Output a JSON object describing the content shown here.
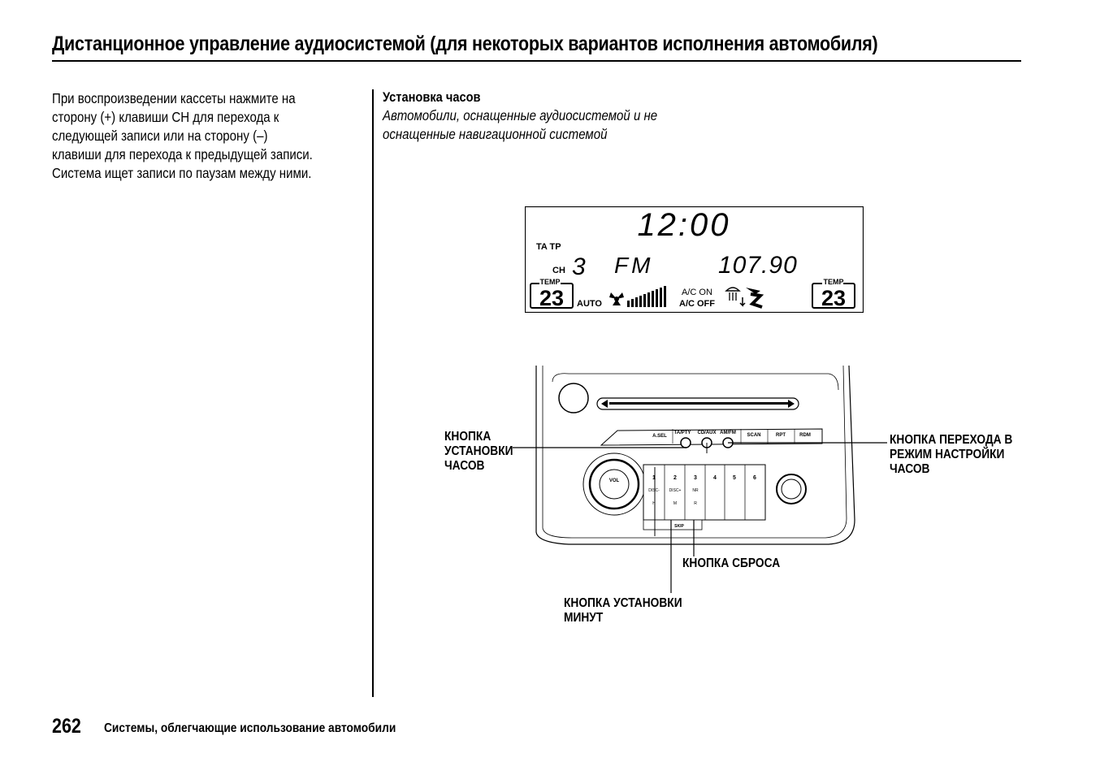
{
  "page": {
    "title": "Дистанционное управление аудиосистемой (для некоторых вариантов исполнения автомобиля)",
    "page_number": "262",
    "footer": "Системы, облегчающие использование автомобили"
  },
  "left_column": {
    "lines": [
      "При воспроизведении кассеты нажмите на",
      "сторону (+) клавиши CH для перехода к",
      "следующей записи или на сторону (–)",
      "клавиши для перехода к предыдущей записи.",
      "Система ищет записи по паузам между ними."
    ]
  },
  "right_column": {
    "heading": "Установка часов",
    "subheading_lines": [
      "Автомобили, оснащенные аудиосистемой и не",
      "оснащенные навигационной системой"
    ]
  },
  "display": {
    "clock": "12:00",
    "ta_tp": "TA TP",
    "ch_label": "CH",
    "channel": "3",
    "band": "FM",
    "frequency": "107.90",
    "temp_label": "TEMP",
    "temp_left": "23",
    "temp_right": "23",
    "auto": "AUTO",
    "ac_on": "A/C ON",
    "ac_off": "A/C OFF"
  },
  "radio_unit": {
    "top_buttons": [
      "A.SEL",
      "TA/PTY",
      "CD/AUX",
      "AM/FM",
      "SCAN",
      "RPT",
      "RDM"
    ],
    "presets": [
      "1",
      "2",
      "3",
      "4",
      "5",
      "6"
    ],
    "preset_sub": [
      "DISC-",
      "DISC+",
      "NR"
    ],
    "preset_sub2": [
      "H",
      "M",
      "R"
    ],
    "vol_label": "VOL",
    "bottom_buttons": [
      "SKIP"
    ]
  },
  "callouts": {
    "clock_set": [
      "КНОПКА",
      "УСТАНОВКИ",
      "ЧАСОВ"
    ],
    "clock_mode": [
      "КНОПКА ПЕРЕХОДА В",
      "РЕЖИМ НАСТРОЙКИ",
      "ЧАСОВ"
    ],
    "reset": [
      "КНОПКА СБРОСА"
    ],
    "minute_set": [
      "КНОПКА УСТАНОВКИ",
      "МИНУТ"
    ]
  }
}
